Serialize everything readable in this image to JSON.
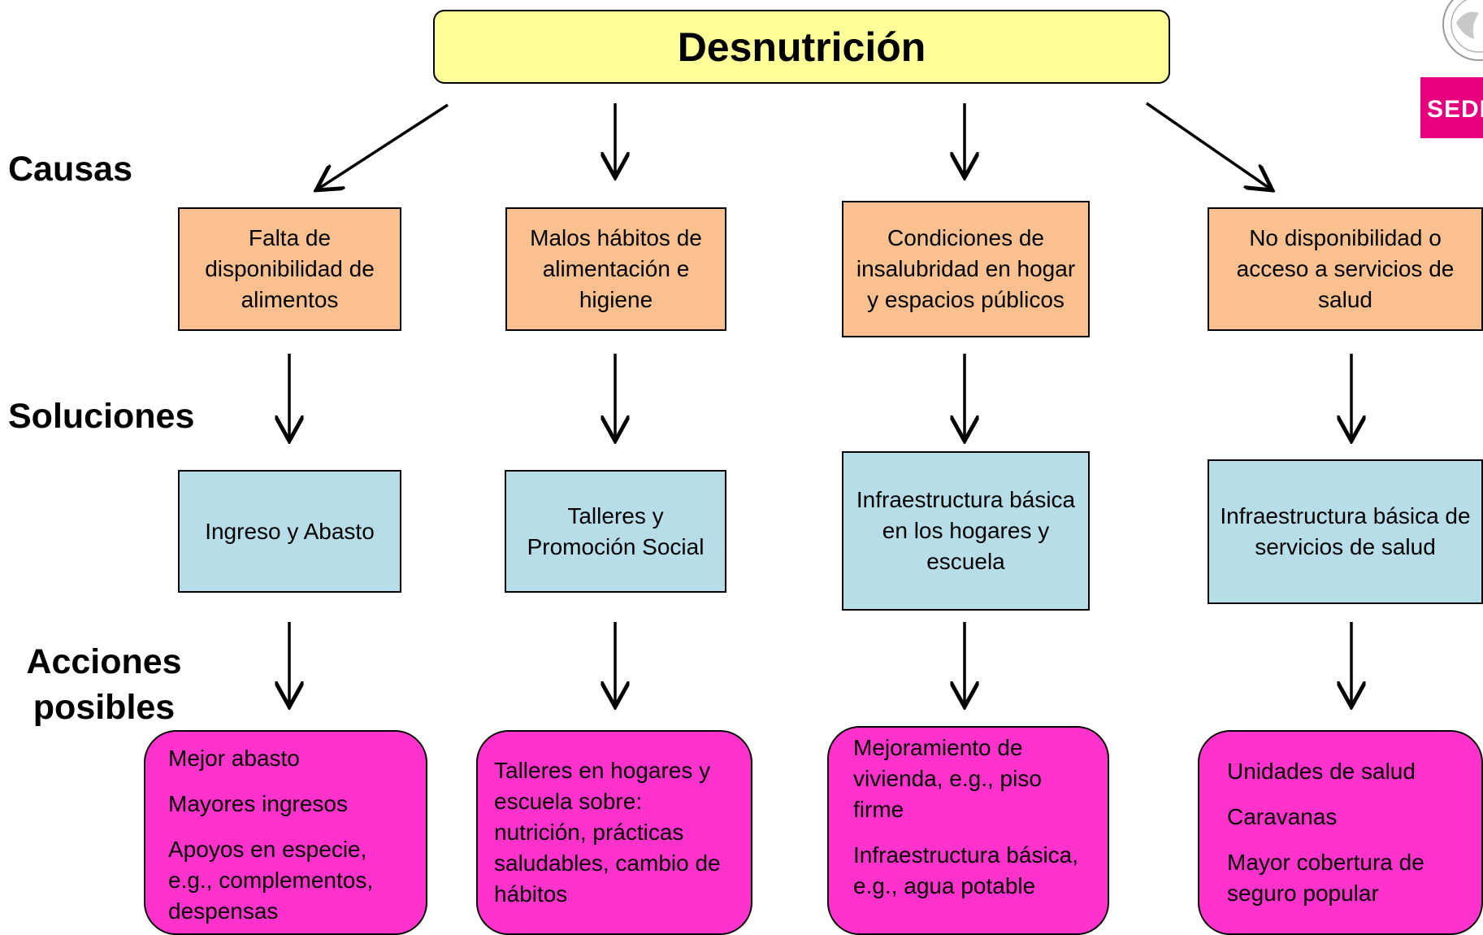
{
  "title": "Desnutrición",
  "row_labels": {
    "causes": "Causas",
    "solutions": "Soluciones",
    "actions_line1": "Acciones",
    "actions_line2": "posibles"
  },
  "columns": [
    {
      "cause": "Falta de disponibilidad de alimentos",
      "solution": "Ingreso y Abasto",
      "actions": [
        "Mejor abasto",
        "Mayores ingresos",
        "Apoyos en especie, e.g., complementos, despensas"
      ]
    },
    {
      "cause": "Malos hábitos de alimentación e higiene",
      "solution": "Talleres y Promoción Social",
      "actions": [
        "Talleres en hogares y escuela sobre: nutrición, prácticas saludables, cambio de hábitos"
      ]
    },
    {
      "cause": "Condiciones de insalubridad en hogar y espacios públicos",
      "solution": "Infraestructura básica en los hogares y escuela",
      "actions": [
        "Mejoramiento de vivienda, e.g., piso firme",
        "Infraestructura básica, e.g., agua potable"
      ]
    },
    {
      "cause": "No disponibilidad o acceso a  servicios de salud",
      "solution": "Infraestructura básica de servicios de salud",
      "actions": [
        "Unidades de salud",
        "Caravanas",
        "Mayor  cobertura de seguro popular"
      ]
    }
  ],
  "logo": {
    "text": "SEDE"
  },
  "colors": {
    "title_fill": "#ffff99",
    "cause_fill": "#fac090",
    "solution_fill": "#b7dee8",
    "action_fill": "#ff33cc",
    "logo_accent": "#e6007e"
  }
}
